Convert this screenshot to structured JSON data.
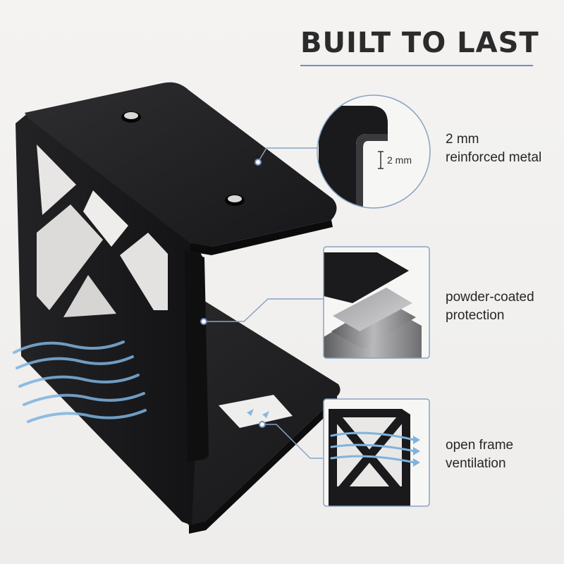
{
  "title": "BUILT TO LAST",
  "colors": {
    "accent": "#6f8fb6",
    "metal": "#1c1c1d",
    "airflow": "#7fb3df",
    "background": "#f1f0ee"
  },
  "features": [
    {
      "icon": "metal-thickness-detail-icon",
      "dimension_label": "2 mm",
      "line1": "2 mm",
      "line2": "reinforced metal"
    },
    {
      "icon": "coating-layers-icon",
      "line1": "powder-coated",
      "line2": "protection"
    },
    {
      "icon": "airflow-frame-icon",
      "line1": "open frame",
      "line2": "ventilation"
    }
  ]
}
